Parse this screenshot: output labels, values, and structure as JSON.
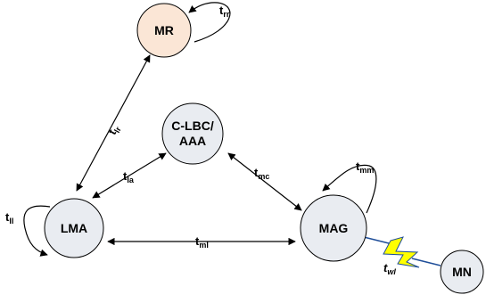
{
  "colors": {
    "node_default": "#e9ecf1",
    "node_mr": "#fbe6d6",
    "wireless_fill": "#ffff00",
    "wireless_line": "#1f4e99"
  },
  "nodes": {
    "mr": "MR",
    "clbc_line1": "C-LBC/",
    "clbc_line2": "AAA",
    "lma": "LMA",
    "mag": "MAG",
    "mn": "MN"
  },
  "edges": {
    "mr_self": {
      "base": "t",
      "sub": "rr"
    },
    "mr_lma": {
      "base": "t",
      "sub": "lr"
    },
    "lma_clbc": {
      "base": "t",
      "sub": "la"
    },
    "clbc_mag": {
      "base": "t",
      "sub": "mc"
    },
    "lma_self": {
      "base": "t",
      "sub": "ll"
    },
    "mag_self": {
      "base": "t",
      "sub": "mm"
    },
    "lma_mag": {
      "base": "t",
      "sub": "ml"
    },
    "mag_mn": {
      "base": "t",
      "sub": "wl"
    }
  }
}
